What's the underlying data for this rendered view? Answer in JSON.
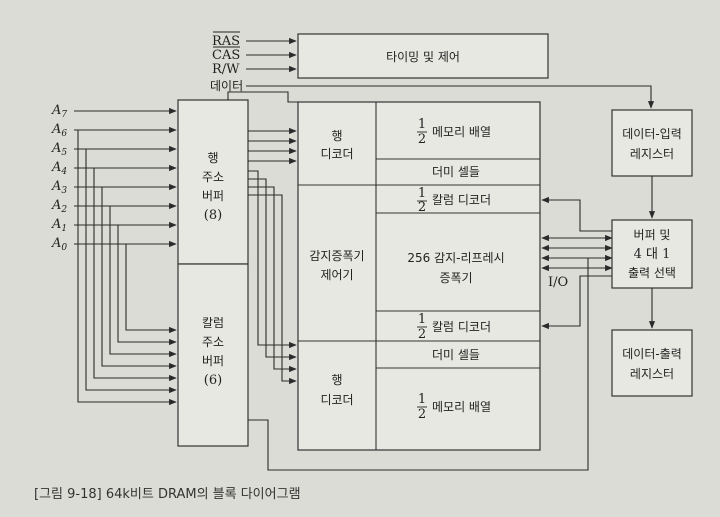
{
  "control_signals": [
    "RAS",
    "CAS",
    "R/W",
    "데이터"
  ],
  "address_pins": [
    {
      "base": "A",
      "sub": "7"
    },
    {
      "base": "A",
      "sub": "6"
    },
    {
      "base": "A",
      "sub": "5"
    },
    {
      "base": "A",
      "sub": "4"
    },
    {
      "base": "A",
      "sub": "3"
    },
    {
      "base": "A",
      "sub": "2"
    },
    {
      "base": "A",
      "sub": "1"
    },
    {
      "base": "A",
      "sub": "0"
    }
  ],
  "blocks": {
    "timing": "타이밍 및 제어",
    "row_buffer": [
      "행",
      "주소",
      "버퍼",
      "(8)"
    ],
    "col_buffer": [
      "칼럼",
      "주소",
      "버퍼",
      "(6)"
    ],
    "row_decoder_top": [
      "행",
      "디코더"
    ],
    "row_decoder_bottom": [
      "행",
      "디코더"
    ],
    "sense_control": [
      "감지증폭기",
      "제어기"
    ],
    "half_num": "1",
    "half_den": "2",
    "memory_array_top": "메모리 배열",
    "dummy_cells_top": "더미 셀들",
    "col_decoder_top": "칼럼 디코더",
    "sense_amp": [
      "256 감지-리프레시",
      "증폭기"
    ],
    "col_decoder_bottom": "칼럼 디코더",
    "dummy_cells_bottom": "더미 셀들",
    "memory_array_bottom": "메모리 배열",
    "io_label": "I/O",
    "data_in": [
      "데이터-입력",
      "레지스터"
    ],
    "select": [
      "버퍼 및",
      "4 대 1",
      "출력 선택"
    ],
    "data_out": [
      "데이터-출력",
      "레지스터"
    ]
  },
  "caption": "[그림 9-18] 64k비트 DRAM의 블록 다이어그램"
}
